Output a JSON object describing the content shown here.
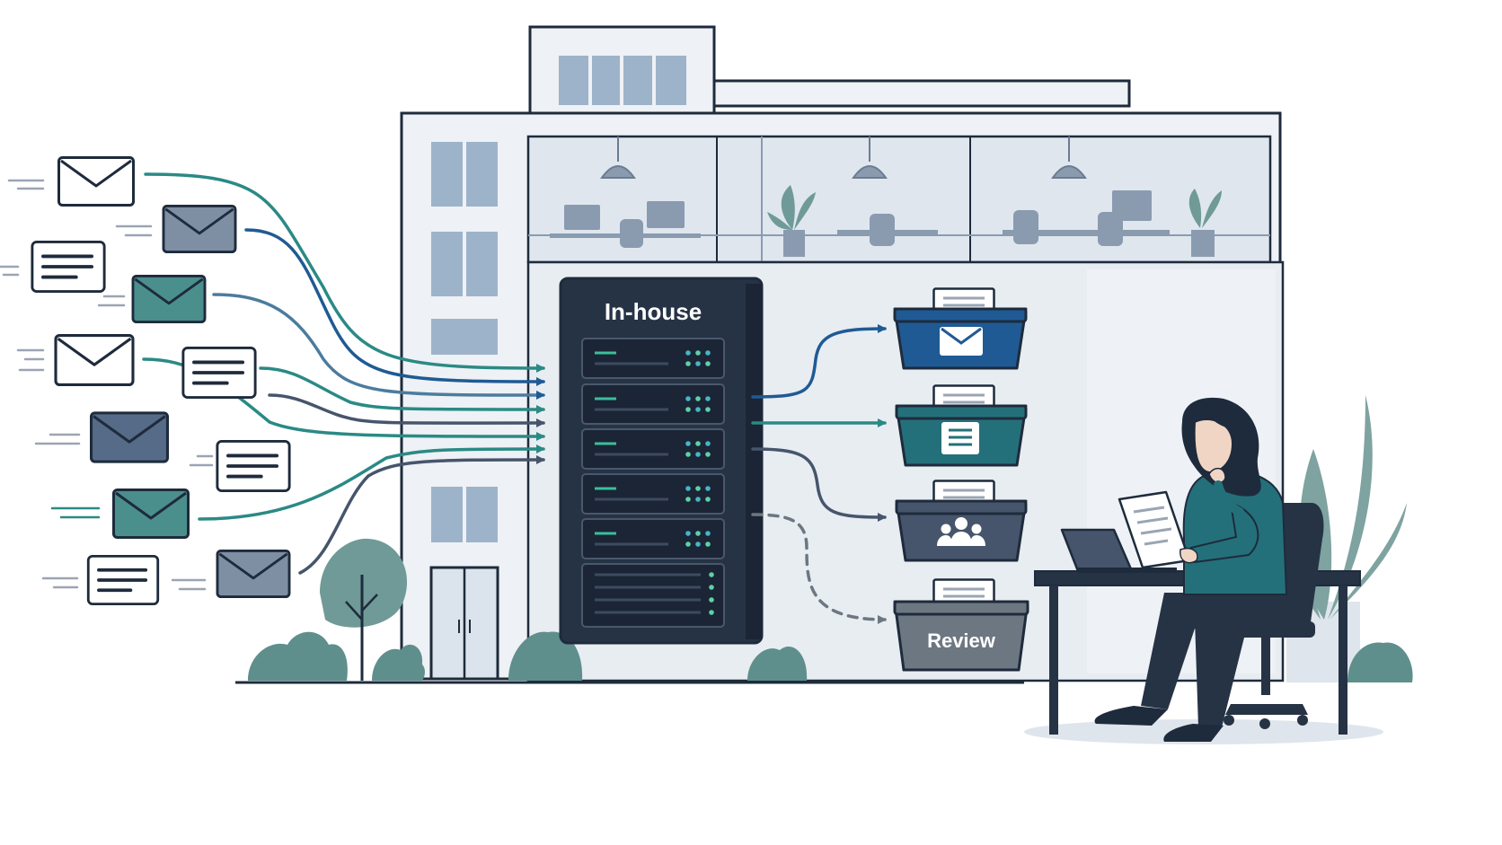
{
  "server": {
    "label": "In-house"
  },
  "bins": [
    {
      "id": "mail",
      "icon": "envelope-icon",
      "color": "#1f5a94"
    },
    {
      "id": "documents",
      "icon": "document-icon",
      "color": "#24707a"
    },
    {
      "id": "people",
      "icon": "people-icon",
      "color": "#46556c"
    },
    {
      "id": "review",
      "label": "Review",
      "color": "#6d7782"
    }
  ],
  "incoming_items": [
    {
      "type": "envelope-icon",
      "color": "#ffffff"
    },
    {
      "type": "envelope-icon",
      "color": "#7e8fa4"
    },
    {
      "type": "document-icon",
      "color": "#ffffff"
    },
    {
      "type": "envelope-icon",
      "color": "#4b8f8c"
    },
    {
      "type": "envelope-icon",
      "color": "#ffffff"
    },
    {
      "type": "document-icon",
      "color": "#ffffff"
    },
    {
      "type": "envelope-icon",
      "color": "#556b87"
    },
    {
      "type": "document-icon",
      "color": "#ffffff"
    },
    {
      "type": "envelope-icon",
      "color": "#4b8f8c"
    },
    {
      "type": "envelope-icon",
      "color": "#7e8fa4"
    },
    {
      "type": "document-icon",
      "color": "#ffffff"
    }
  ],
  "colors": {
    "outline": "#1e2b3c",
    "server": "#263345",
    "accent_teal": "#2a8a85",
    "accent_blue": "#1f5a94",
    "building": "#eef1f5",
    "glass": "#9db3c9",
    "foliage": "#5f8f8c"
  }
}
